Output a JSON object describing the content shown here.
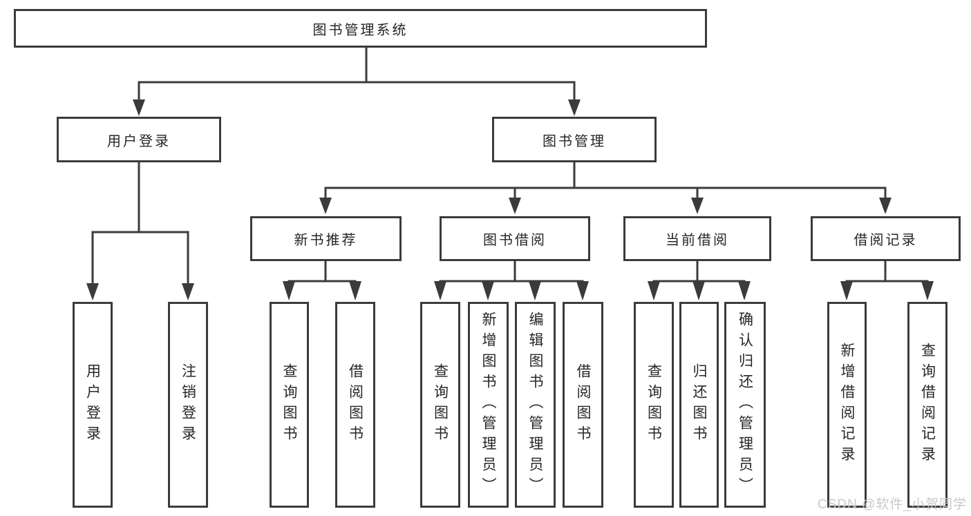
{
  "diagram": {
    "colors": {
      "line": "#3b3b3b",
      "text": "#262626",
      "box_bg": "#ffffff",
      "page_bg": "#ffffff",
      "watermark": "#c9c9c9"
    },
    "nodes": {
      "root": "图书管理系统",
      "user_login": "用户登录",
      "book_management": "图书管理",
      "new_book_recommend": "新书推荐",
      "book_borrow": "图书借阅",
      "current_borrow": "当前借阅",
      "borrow_record": "借阅记录",
      "leaf_user_login": "用户登录",
      "leaf_logout_login": "注销登录",
      "leaf_recommend_query_book": "查询图书",
      "leaf_recommend_borrow_book": "借阅图书",
      "leaf_borrow_query_book": "查询图书",
      "leaf_borrow_add_book": "新增图书（管理员）",
      "leaf_borrow_edit_book": "编辑图书（管理员）",
      "leaf_borrow_borrow_book": "借阅图书",
      "leaf_current_query_book": "查询图书",
      "leaf_current_return_book": "归还图书",
      "leaf_current_confirm_return": "确认归还（管理员）",
      "leaf_record_add_record": "新增借阅记录",
      "leaf_record_query_record": "查询借阅记录"
    },
    "watermark": "CSDN @软件_小贺同学"
  }
}
